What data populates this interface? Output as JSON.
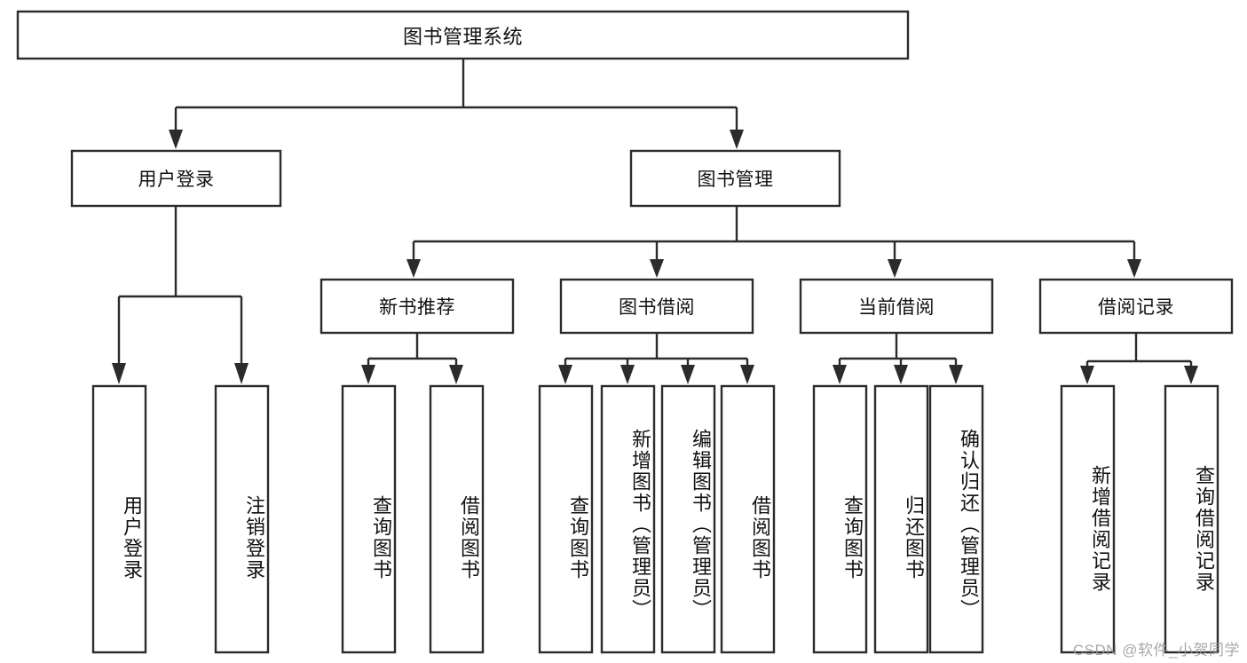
{
  "diagram": {
    "title": "图书管理系统",
    "type": "tree-hierarchy-flowchart",
    "colors": {
      "stroke": "#2b2b2b",
      "fill": "#ffffff",
      "text": "#111111",
      "watermark": "#9a9a9a"
    },
    "root": {
      "label": "图书管理系统"
    },
    "level2": [
      {
        "label": "用户登录"
      },
      {
        "label": "图书管理"
      }
    ],
    "level3": [
      {
        "label": "新书推荐"
      },
      {
        "label": "图书借阅"
      },
      {
        "label": "当前借阅"
      },
      {
        "label": "借阅记录"
      }
    ],
    "leaves": {
      "user_login": [
        {
          "label": "用户登录"
        },
        {
          "label": "注销登录"
        }
      ],
      "new_book_recommend": [
        {
          "label": "查询图书"
        },
        {
          "label": "借阅图书"
        }
      ],
      "book_borrow": [
        {
          "label": "查询图书"
        },
        {
          "label": "新增图书（管理员）"
        },
        {
          "label": "编辑图书（管理员）"
        },
        {
          "label": "借阅图书"
        }
      ],
      "current_borrow": [
        {
          "label": "查询图书"
        },
        {
          "label": "归还图书"
        },
        {
          "label": "确认归还（管理员）"
        }
      ],
      "borrow_record": [
        {
          "label": "新增借阅记录"
        },
        {
          "label": "查询借阅记录"
        }
      ]
    }
  },
  "watermark": {
    "text": "CSDN @软件_小贺同学"
  }
}
